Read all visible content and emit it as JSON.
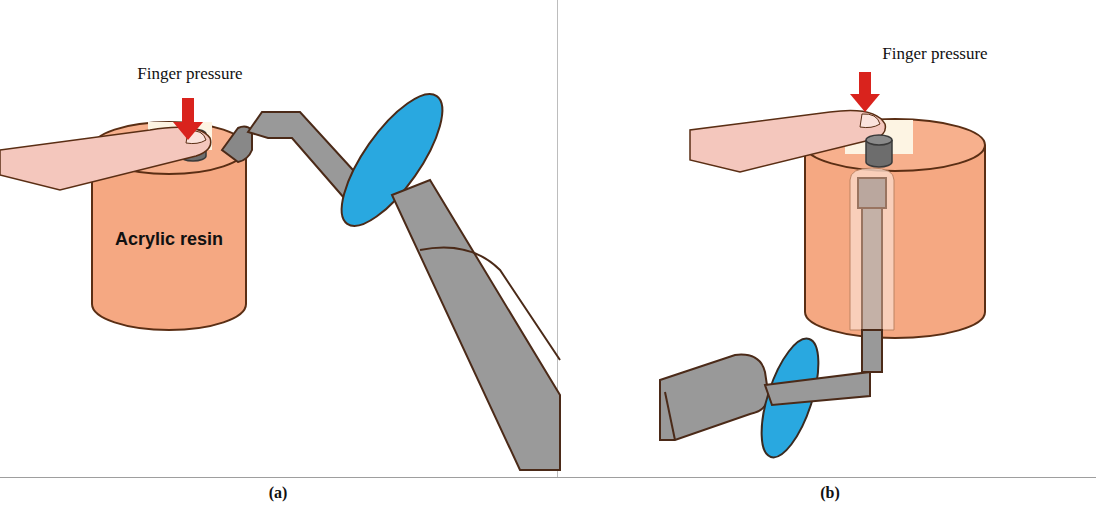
{
  "diagram": {
    "nodes": [
      {
        "text": [
          "Acrylic resin"
        ]
      }
    ],
    "labels": [
      "Finger pressure",
      "(a)",
      "Finger pressure",
      "(b)"
    ]
  }
}
